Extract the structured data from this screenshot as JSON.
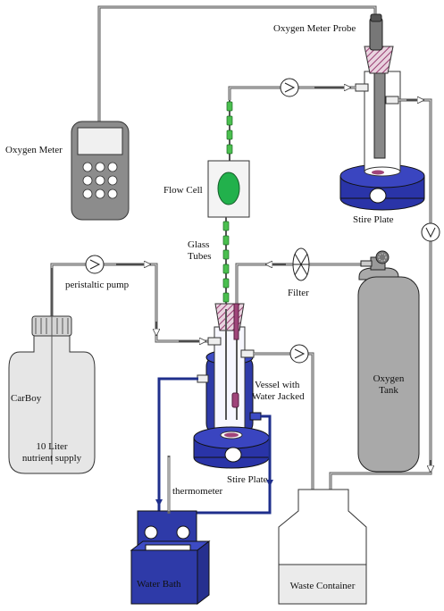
{
  "labels": {
    "oxygen_meter_probe": "Oxygen Meter Probe",
    "oxygen_meter": "Oxygen Meter",
    "flow_cell": "Flow Cell",
    "stire_plate_top": "Stire Plate",
    "glass_tubes_1": "Glass",
    "glass_tubes_2": "Tubes",
    "peristaltic_pump": "peristaltic pump",
    "filter": "Filter",
    "carboy": "CarBoy",
    "supply_1": "10 Liter",
    "supply_2": "nutrient supply",
    "vessel_1": "Vessel with",
    "vessel_2": "Water Jacked",
    "oxygen_tank_1": "Oxygen",
    "oxygen_tank_2": "Tank",
    "stire_plate_bottom": "Stire Plate",
    "thermometer": "thermometer",
    "water_bath": "Water Bath",
    "waste_container": "Waste Container"
  },
  "colors": {
    "stir_plate_blue": "#2a34a8",
    "vessel_blue": "#2e3aa8",
    "water_line_blue": "#1f2f8c",
    "flow_cell_green": "#22b14c",
    "stopper_magenta": "#a0457a",
    "tank_gray": "#a9a9a9",
    "meter_gray": "#8c8c8c"
  }
}
